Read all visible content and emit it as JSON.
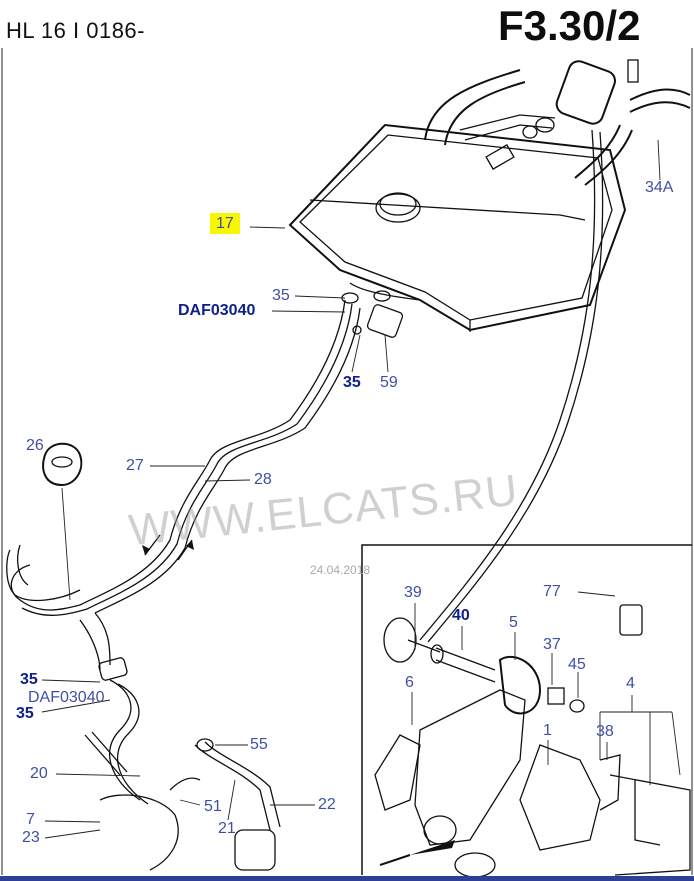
{
  "header": {
    "left": "HL 16 I    0186-",
    "code": "F3.30/2"
  },
  "watermark": "WWW.ELCATS.RU",
  "date_stamp": "24.04.2018",
  "callouts": [
    {
      "id": "17",
      "text": "17",
      "highlighted": true
    },
    {
      "id": "35a",
      "text": "35"
    },
    {
      "id": "daf1",
      "text": "DAF03040",
      "bold": true
    },
    {
      "id": "35b",
      "text": "35",
      "bold": true
    },
    {
      "id": "59",
      "text": "59"
    },
    {
      "id": "34a",
      "text": "34A"
    },
    {
      "id": "26",
      "text": "26"
    },
    {
      "id": "27",
      "text": "27"
    },
    {
      "id": "28",
      "text": "28"
    },
    {
      "id": "35c",
      "text": "35",
      "bold": true
    },
    {
      "id": "daf2",
      "text": "DAF03040"
    },
    {
      "id": "35d",
      "text": "35",
      "bold": true
    },
    {
      "id": "20",
      "text": "20"
    },
    {
      "id": "55",
      "text": "55"
    },
    {
      "id": "51",
      "text": "51"
    },
    {
      "id": "22",
      "text": "22"
    },
    {
      "id": "21",
      "text": "21"
    },
    {
      "id": "7",
      "text": "7"
    },
    {
      "id": "23",
      "text": "23"
    },
    {
      "id": "39",
      "text": "39"
    },
    {
      "id": "40",
      "text": "40",
      "bold": true
    },
    {
      "id": "5",
      "text": "5"
    },
    {
      "id": "77",
      "text": "77"
    },
    {
      "id": "37",
      "text": "37"
    },
    {
      "id": "45",
      "text": "45"
    },
    {
      "id": "6",
      "text": "6"
    },
    {
      "id": "4",
      "text": "4"
    },
    {
      "id": "1",
      "text": "1"
    },
    {
      "id": "38",
      "text": "38"
    }
  ]
}
